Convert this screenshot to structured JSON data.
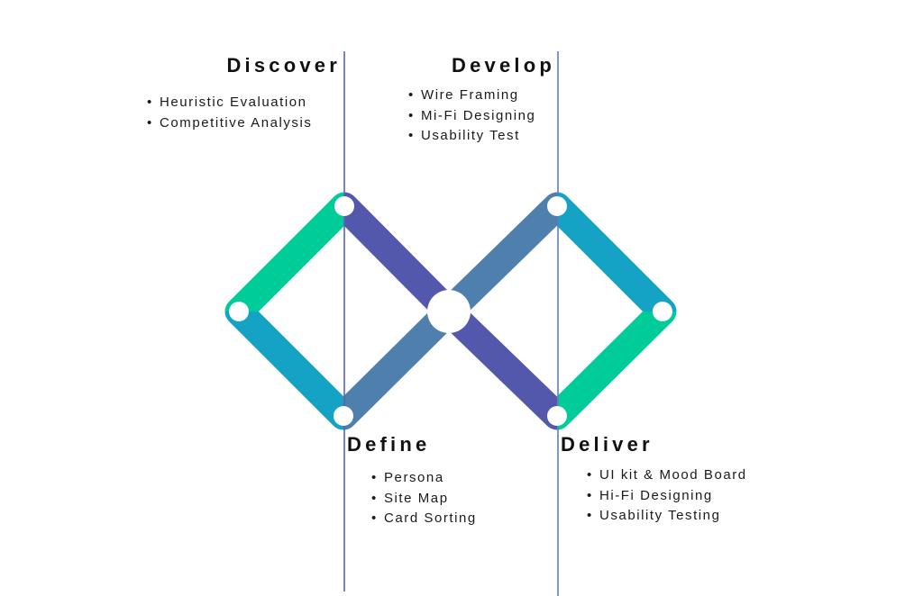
{
  "diagram": {
    "type": "double-diamond design process",
    "colors": {
      "green": "#00cc99",
      "teal": "#14a3c4",
      "indigo": "#5358ad",
      "steel_blue": "#4f7fac",
      "left_divider": "#5b63b8",
      "right_divider": "#5a7fc0",
      "node": "#ffffff",
      "text": "#111111"
    },
    "segments": [
      {
        "name": "discover-upper-segment",
        "from": "left-node",
        "to": "top-left-node",
        "color_key": "green"
      },
      {
        "name": "discover-lower-segment",
        "from": "left-node",
        "to": "bottom-left-node",
        "color_key": "teal"
      },
      {
        "name": "define-upper-segment",
        "from": "top-left-node",
        "to": "center-node",
        "color_key": "indigo"
      },
      {
        "name": "define-lower-segment",
        "from": "bottom-left-node",
        "to": "center-node",
        "color_key": "steel_blue"
      },
      {
        "name": "develop-upper-segment",
        "from": "center-node",
        "to": "top-right-node",
        "color_key": "steel_blue"
      },
      {
        "name": "develop-lower-segment",
        "from": "center-node",
        "to": "bottom-right-node",
        "color_key": "indigo"
      },
      {
        "name": "deliver-upper-segment",
        "from": "top-right-node",
        "to": "right-node",
        "color_key": "teal"
      },
      {
        "name": "deliver-lower-segment",
        "from": "bottom-right-node",
        "to": "right-node",
        "color_key": "green"
      }
    ]
  },
  "phases": {
    "discover": {
      "title": "Discover",
      "items": [
        "Heuristic Evaluation",
        "Competitive Analysis"
      ]
    },
    "develop": {
      "title": "Develop",
      "items": [
        "Wire Framing",
        "Mi-Fi Designing",
        "Usability Test"
      ]
    },
    "define": {
      "title": "Define",
      "items": [
        "Persona",
        "Site Map",
        "Card Sorting"
      ]
    },
    "deliver": {
      "title": "Deliver",
      "items": [
        "UI kit & Mood Board",
        "Hi-Fi Designing",
        "Usability Testing"
      ]
    }
  },
  "bullet_glyph": "•"
}
